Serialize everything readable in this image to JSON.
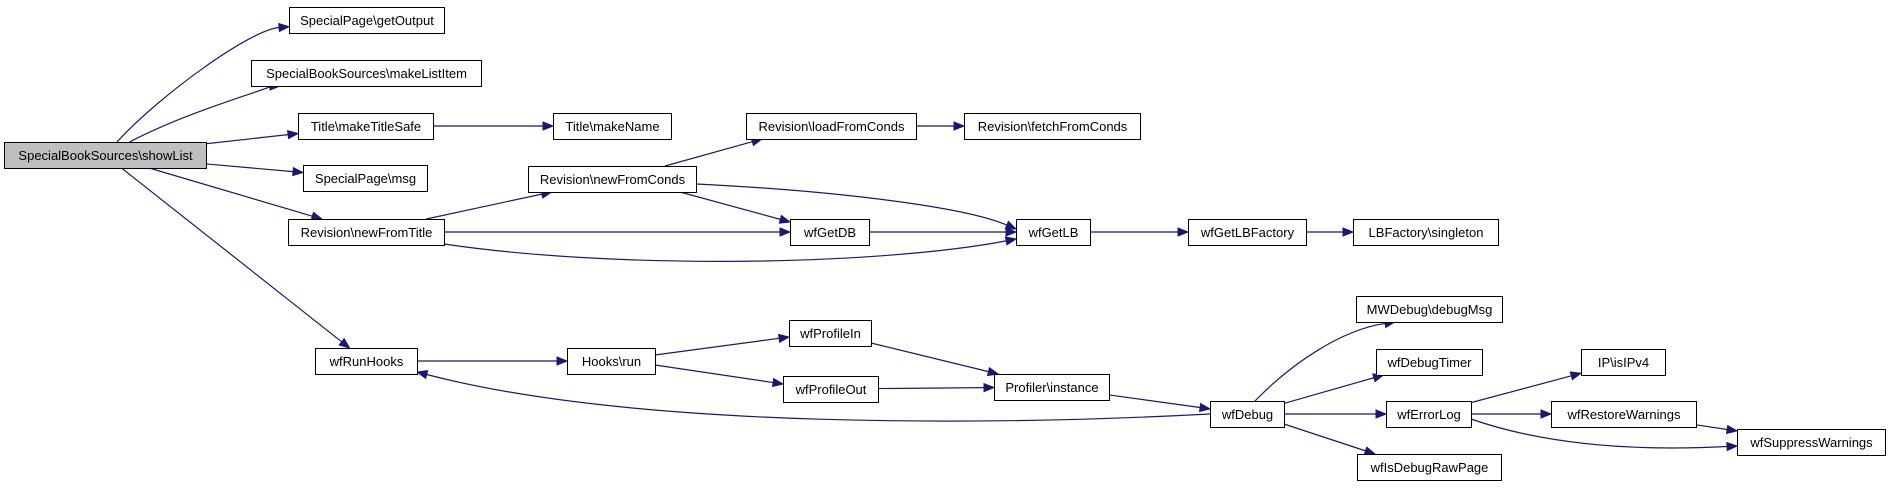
{
  "graph": {
    "colors": {
      "edge": "#191970",
      "root_fill": "#bfbfbf",
      "node_fill": "#ffffff",
      "node_border": "#000000"
    },
    "nodes": [
      {
        "id": "showList",
        "label": "SpecialBookSources\\showList",
        "root": true
      },
      {
        "id": "getOutput",
        "label": "SpecialPage\\getOutput"
      },
      {
        "id": "makeListItem",
        "label": "SpecialBookSources\\makeListItem"
      },
      {
        "id": "makeTitleSafe",
        "label": "Title\\makeTitleSafe"
      },
      {
        "id": "makeName",
        "label": "Title\\makeName"
      },
      {
        "id": "msg",
        "label": "SpecialPage\\msg"
      },
      {
        "id": "newFromTitle",
        "label": "Revision\\newFromTitle"
      },
      {
        "id": "newFromConds",
        "label": "Revision\\newFromConds"
      },
      {
        "id": "loadFromConds",
        "label": "Revision\\loadFromConds"
      },
      {
        "id": "fetchFromConds",
        "label": "Revision\\fetchFromConds"
      },
      {
        "id": "wfGetDB",
        "label": "wfGetDB"
      },
      {
        "id": "wfGetLB",
        "label": "wfGetLB"
      },
      {
        "id": "wfGetLBFactory",
        "label": "wfGetLBFactory"
      },
      {
        "id": "singleton",
        "label": "LBFactory\\singleton"
      },
      {
        "id": "wfRunHooks",
        "label": "wfRunHooks"
      },
      {
        "id": "hooksRun",
        "label": "Hooks\\run"
      },
      {
        "id": "wfProfileIn",
        "label": "wfProfileIn"
      },
      {
        "id": "wfProfileOut",
        "label": "wfProfileOut"
      },
      {
        "id": "profilerInstance",
        "label": "Profiler\\instance"
      },
      {
        "id": "wfDebug",
        "label": "wfDebug"
      },
      {
        "id": "debugMsg",
        "label": "MWDebug\\debugMsg"
      },
      {
        "id": "wfDebugTimer",
        "label": "wfDebugTimer"
      },
      {
        "id": "wfErrorLog",
        "label": "wfErrorLog"
      },
      {
        "id": "wfIsDebugRawPage",
        "label": "wfIsDebugRawPage"
      },
      {
        "id": "isIPv4",
        "label": "IP\\isIPv4"
      },
      {
        "id": "wfRestoreWarnings",
        "label": "wfRestoreWarnings"
      },
      {
        "id": "wfSuppressWarnings",
        "label": "wfSuppressWarnings"
      }
    ],
    "edges": [
      {
        "from": "showList",
        "to": "getOutput"
      },
      {
        "from": "showList",
        "to": "makeListItem"
      },
      {
        "from": "showList",
        "to": "makeTitleSafe"
      },
      {
        "from": "showList",
        "to": "msg"
      },
      {
        "from": "showList",
        "to": "newFromTitle"
      },
      {
        "from": "showList",
        "to": "wfRunHooks"
      },
      {
        "from": "makeTitleSafe",
        "to": "makeName"
      },
      {
        "from": "newFromTitle",
        "to": "newFromConds"
      },
      {
        "from": "newFromTitle",
        "to": "wfGetDB"
      },
      {
        "from": "newFromTitle",
        "to": "wfGetLB"
      },
      {
        "from": "newFromConds",
        "to": "loadFromConds"
      },
      {
        "from": "newFromConds",
        "to": "wfGetDB"
      },
      {
        "from": "newFromConds",
        "to": "wfGetLB"
      },
      {
        "from": "loadFromConds",
        "to": "fetchFromConds"
      },
      {
        "from": "wfGetDB",
        "to": "wfGetLB"
      },
      {
        "from": "wfGetLB",
        "to": "wfGetLBFactory"
      },
      {
        "from": "wfGetLBFactory",
        "to": "singleton"
      },
      {
        "from": "wfRunHooks",
        "to": "hooksRun"
      },
      {
        "from": "hooksRun",
        "to": "wfProfileIn"
      },
      {
        "from": "hooksRun",
        "to": "wfProfileOut"
      },
      {
        "from": "wfProfileIn",
        "to": "profilerInstance"
      },
      {
        "from": "wfProfileOut",
        "to": "profilerInstance"
      },
      {
        "from": "profilerInstance",
        "to": "wfDebug"
      },
      {
        "from": "wfDebug",
        "to": "wfRunHooks"
      },
      {
        "from": "wfDebug",
        "to": "debugMsg"
      },
      {
        "from": "wfDebug",
        "to": "wfDebugTimer"
      },
      {
        "from": "wfDebug",
        "to": "wfErrorLog"
      },
      {
        "from": "wfDebug",
        "to": "wfIsDebugRawPage"
      },
      {
        "from": "wfErrorLog",
        "to": "isIPv4"
      },
      {
        "from": "wfErrorLog",
        "to": "wfRestoreWarnings"
      },
      {
        "from": "wfErrorLog",
        "to": "wfSuppressWarnings"
      },
      {
        "from": "wfRestoreWarnings",
        "to": "wfSuppressWarnings"
      }
    ]
  }
}
